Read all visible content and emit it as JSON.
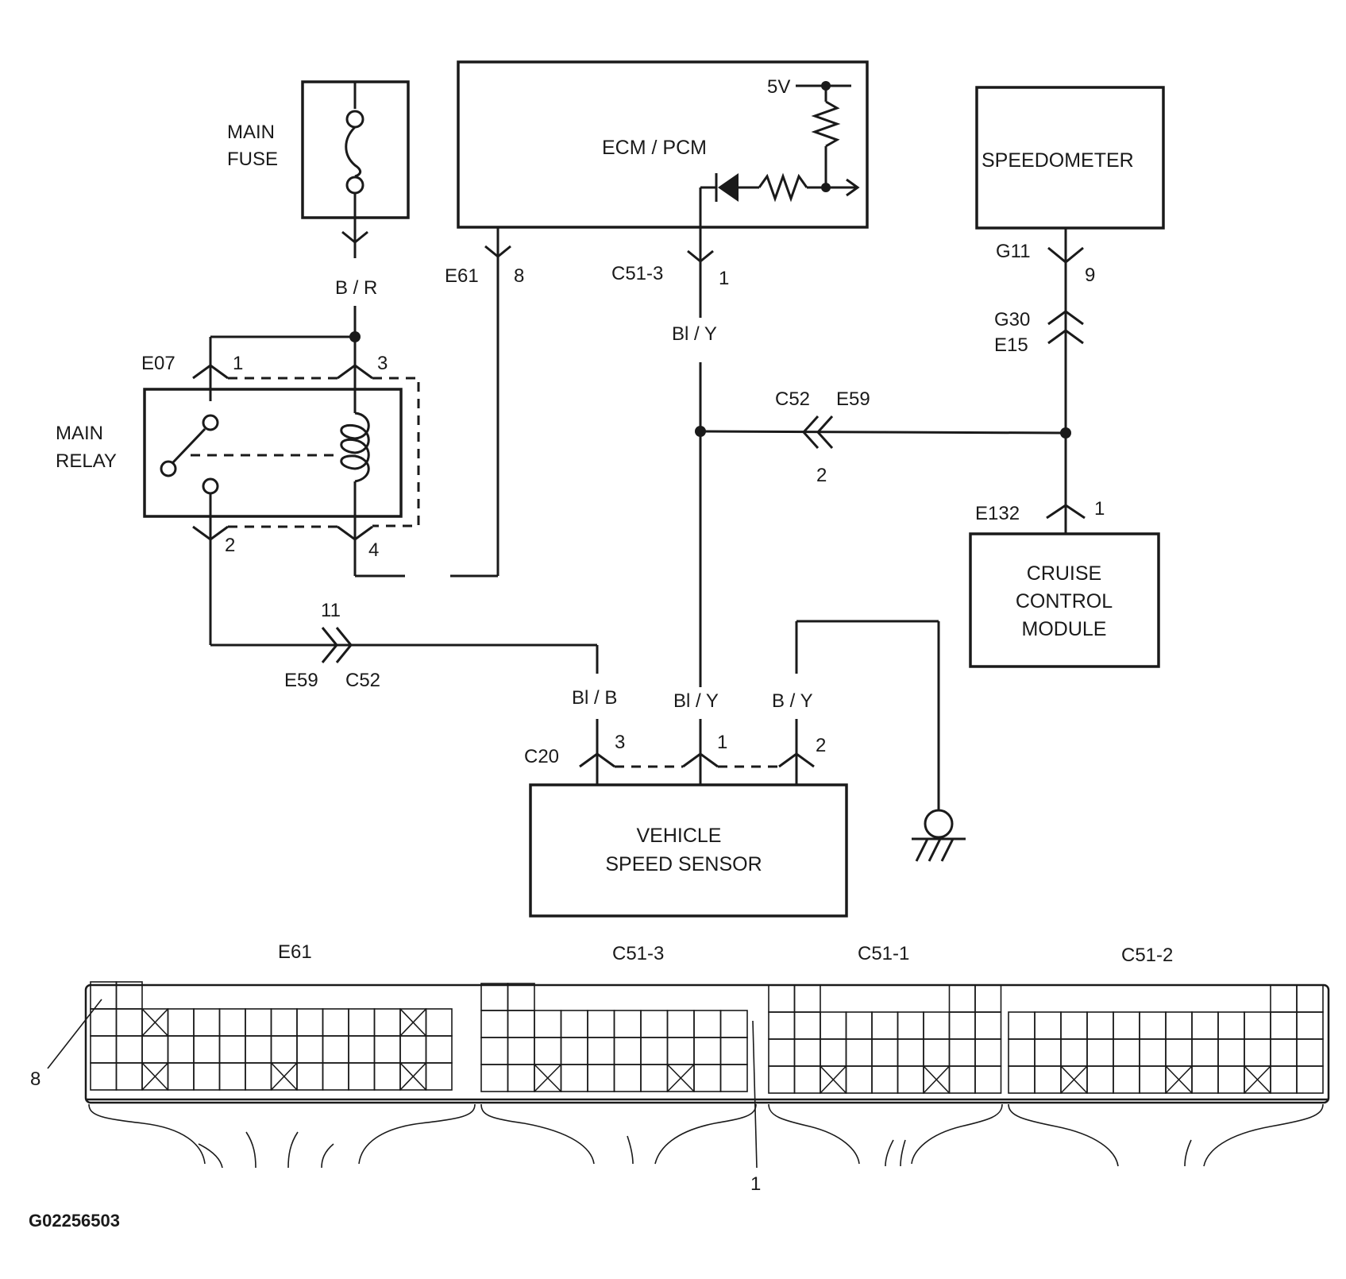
{
  "components": {
    "main_fuse": [
      "MAIN",
      "FUSE"
    ],
    "ecm_pcm": "ECM / PCM",
    "speedometer": "SPEEDOMETER",
    "main_relay": [
      "MAIN",
      "RELAY"
    ],
    "cruise_control": [
      "CRUISE",
      "CONTROL",
      "MODULE"
    ],
    "vehicle_speed_sensor": [
      "VEHICLE",
      "SPEED SENSOR"
    ]
  },
  "labels": {
    "voltage": "5V",
    "wire_br": "B / R",
    "wire_bly_top": "Bl / Y",
    "wire_blb": "Bl / B",
    "wire_bly_sensor": "Bl / Y",
    "wire_by": "B / Y",
    "e61": "E61",
    "e61_pin": "8",
    "c513": "C51-3",
    "c513_pin": "1",
    "g11": "G11",
    "g11_pin": "9",
    "g30": "G30",
    "e15": "E15",
    "c52_top": "C52",
    "e59_top": "E59",
    "c52_pin": "2",
    "e132": "E132",
    "e132_pin": "1",
    "e07": "E07",
    "relay_pin1": "1",
    "relay_pin3": "3",
    "relay_pin2": "2",
    "relay_pin4": "4",
    "pin_11": "11",
    "e59_bottom": "E59",
    "c52_bottom": "C52",
    "c20": "C20",
    "sensor_pin3": "3",
    "sensor_pin1": "1",
    "sensor_pin2": "2"
  },
  "connector_view": {
    "e61": "E61",
    "c513": "C51-3",
    "c511": "C51-1",
    "c512": "C51-2",
    "callout_8": "8",
    "callout_1": "1"
  },
  "figure_id": "G02256503"
}
